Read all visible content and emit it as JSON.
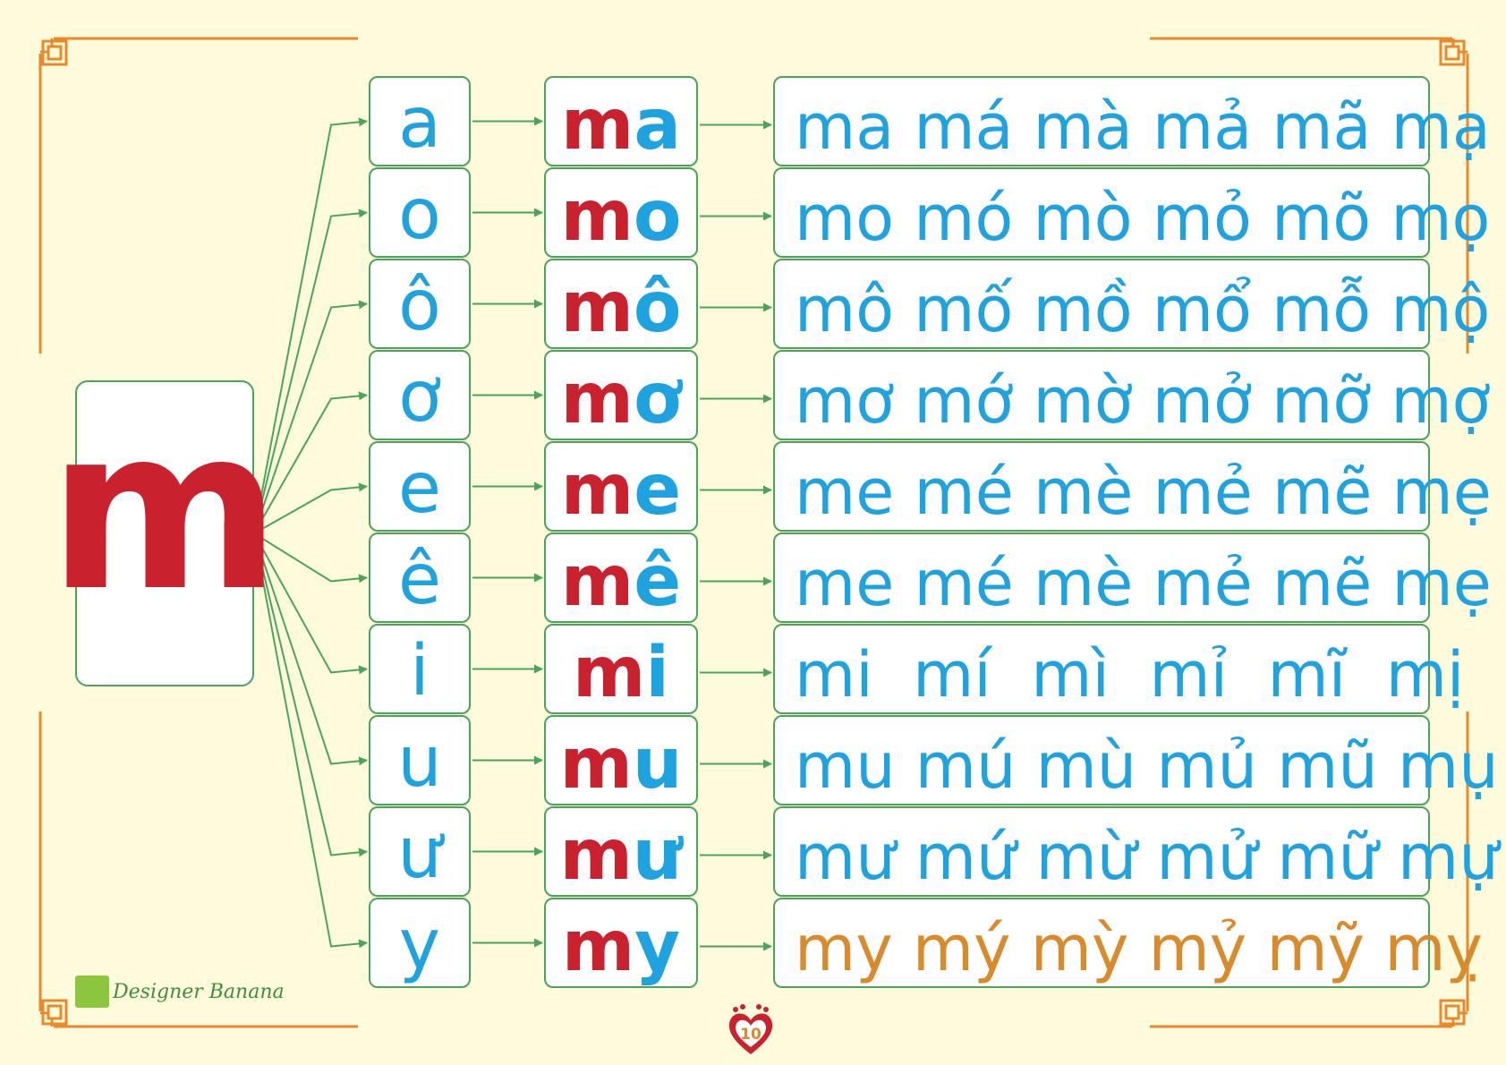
{
  "consonant": "m",
  "vowels": [
    "a",
    "o",
    "ô",
    "ơ",
    "e",
    "ê",
    "i",
    "u",
    "ư",
    "y"
  ],
  "syllables": [
    {
      "consonant": "m",
      "vowel": "a"
    },
    {
      "consonant": "m",
      "vowel": "o"
    },
    {
      "consonant": "m",
      "vowel": "ô"
    },
    {
      "consonant": "m",
      "vowel": "ơ"
    },
    {
      "consonant": "m",
      "vowel": "e"
    },
    {
      "consonant": "m",
      "vowel": "ê"
    },
    {
      "consonant": "m",
      "vowel": "i"
    },
    {
      "consonant": "m",
      "vowel": "u"
    },
    {
      "consonant": "m",
      "vowel": "ư"
    },
    {
      "consonant": "m",
      "vowel": "y"
    }
  ],
  "tone_rows": [
    "ma má mà mả mã mạ",
    "mo mó mò mỏ mõ mọ",
    "mô mố mồ mổ mỗ mộ",
    "mơ mớ mờ mở mỡ mợ",
    "me mé mè mẻ mẽ mẹ",
    "me mé mè mẻ mẽ mẹ",
    "mi  mí  mì  mỉ  mĩ  mị",
    "mu mú mù mủ mũ mụ",
    "mư mứ mừ mử mữ mự",
    "my mý mỳ mỷ mỹ mỵ"
  ],
  "logo_text": "Designer Banana",
  "page_number": "10",
  "colors": {
    "background": "#fefbdc",
    "consonant": "#c9222e",
    "vowel": "#1fa2e0",
    "last_row": "#d98a2b",
    "frame": "#e8892c",
    "connector": "#4aa45a"
  },
  "icons": [
    "corner-knot-icon",
    "arrow-icon",
    "logo-icon",
    "footprint-heart-icon"
  ]
}
